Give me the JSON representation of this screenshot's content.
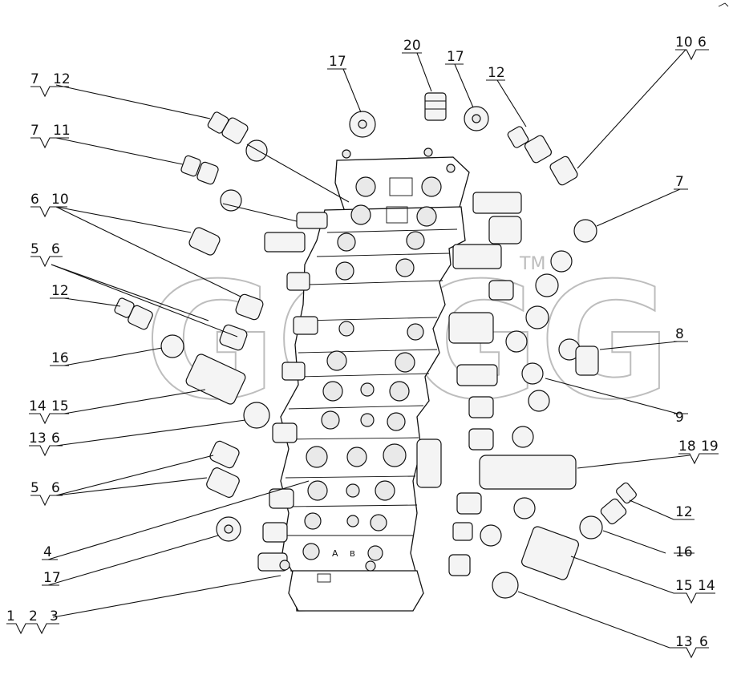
{
  "watermark": {
    "text": "GGGG",
    "mark": "TM"
  },
  "callouts": [
    {
      "id": "c1",
      "parts": [
        "7",
        "12"
      ]
    },
    {
      "id": "c2",
      "parts": [
        "7",
        "11"
      ]
    },
    {
      "id": "c3",
      "parts": [
        "6",
        "10"
      ]
    },
    {
      "id": "c4",
      "parts": [
        "5",
        "6"
      ]
    },
    {
      "id": "c5",
      "parts": [
        "12"
      ]
    },
    {
      "id": "c6",
      "parts": [
        "16"
      ]
    },
    {
      "id": "c7",
      "parts": [
        "14",
        "15"
      ]
    },
    {
      "id": "c8",
      "parts": [
        "13",
        "6"
      ]
    },
    {
      "id": "c9",
      "parts": [
        "5",
        "6"
      ]
    },
    {
      "id": "c10",
      "parts": [
        "4"
      ]
    },
    {
      "id": "c11",
      "parts": [
        "17"
      ]
    },
    {
      "id": "c12",
      "parts": [
        "1",
        "2",
        "3"
      ]
    },
    {
      "id": "c13",
      "parts": [
        "17"
      ]
    },
    {
      "id": "c14",
      "parts": [
        "20"
      ]
    },
    {
      "id": "c15",
      "parts": [
        "17"
      ]
    },
    {
      "id": "c16",
      "parts": [
        "12"
      ]
    },
    {
      "id": "c17",
      "parts": [
        "10",
        "6"
      ]
    },
    {
      "id": "c18",
      "parts": [
        "7"
      ]
    },
    {
      "id": "c19",
      "parts": [
        "8"
      ]
    },
    {
      "id": "c20",
      "parts": [
        "9"
      ]
    },
    {
      "id": "c21",
      "parts": [
        "18",
        "19"
      ]
    },
    {
      "id": "c22",
      "parts": [
        "12"
      ]
    },
    {
      "id": "c23",
      "parts": [
        "16"
      ]
    },
    {
      "id": "c24",
      "parts": [
        "15",
        "14"
      ]
    },
    {
      "id": "c25",
      "parts": [
        "13",
        "6"
      ]
    }
  ],
  "valve_labels": {
    "a": "A",
    "b": "B"
  }
}
